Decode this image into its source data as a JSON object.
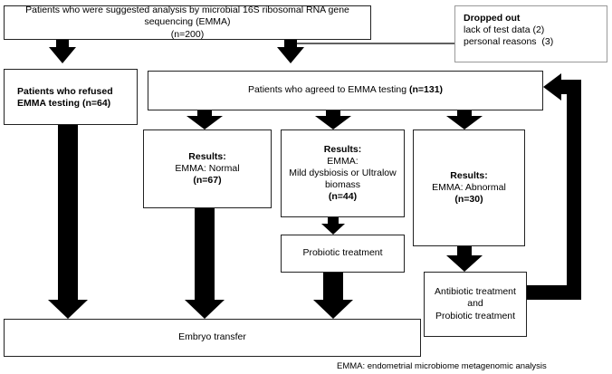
{
  "boxes": {
    "suggested": {
      "title": "Patients who were suggested analysis by microbial 16S ribosomal RNA gene sequencing (EMMA)",
      "n": "(n=200)"
    },
    "dropped": {
      "title": "Dropped out",
      "reason1": "lack of test data (2)",
      "reason2": "personal reasons  (3)"
    },
    "refused": {
      "line1": "Patients who refused",
      "line2": "EMMA testing (n=64)"
    },
    "agreed": {
      "text": "Patients who agreed to EMMA testing",
      "n": "(n=131)"
    },
    "normal": {
      "title": "Results:",
      "line1": "EMMA: Normal",
      "n": "(n=67)"
    },
    "mild": {
      "title": "Results:",
      "line1": "EMMA:",
      "line2": "Mild dysbiosis or Ultralow",
      "line3": "biomass",
      "n": "(n=44)"
    },
    "abnormal": {
      "title": "Results:",
      "line1": "EMMA: Abnormal",
      "n": "(n=30)"
    },
    "probiotic": {
      "text": "Probiotic treatment"
    },
    "antibiotic": {
      "line1": "Antibiotic treatment",
      "line2": "and",
      "line3": "Probiotic treatment"
    },
    "transfer": {
      "text": "Embryo transfer"
    }
  },
  "footer": "EMMA: endometrial microbiome metagenomic analysis",
  "colors": {
    "arrow": "#000000",
    "border": "#222222",
    "dropped_border": "#999999"
  }
}
